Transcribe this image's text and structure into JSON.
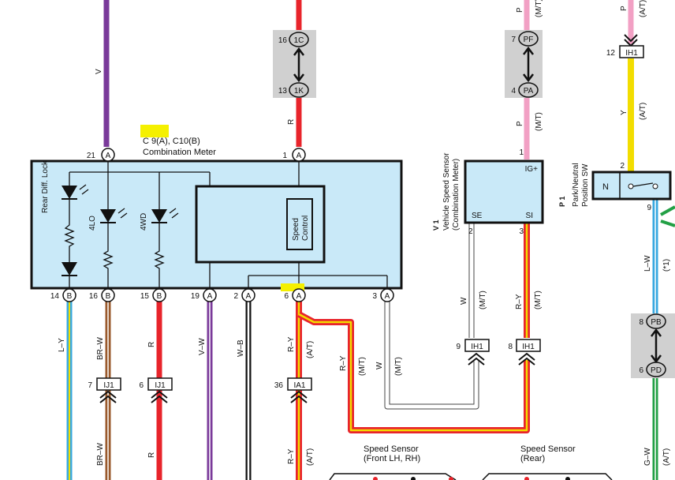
{
  "wire_colors": {
    "V": "#7a3a9a",
    "R": "#e8242b",
    "P": "#f2a0c4",
    "Y": "#f2dd00",
    "L": "#38a8e0",
    "G": "#22a045",
    "BR": "#9a5a2c",
    "W": "#ffffff",
    "B": "#111111",
    "panel": "#c9e9f8",
    "connector_bg": "#d0d0d0",
    "highlight": "#f5f000"
  },
  "meter": {
    "title_line1": "C 9(A), C10(B)",
    "title_line2": "Combination Meter",
    "indicator_rear": "Rear Diff. Lock",
    "indicator_4lo": "4LO",
    "indicator_4wd": "4WD",
    "speed_control_line1": "Speed",
    "speed_control_line2": "Control",
    "top_pin_num": "21",
    "top_pin_letter": "A",
    "top_pin2_num": "1",
    "top_pin2_letter": "A",
    "pins": [
      {
        "num": "14",
        "letter": "B"
      },
      {
        "num": "16",
        "letter": "B"
      },
      {
        "num": "15",
        "letter": "B"
      },
      {
        "num": "19",
        "letter": "A"
      },
      {
        "num": "2",
        "letter": "A"
      },
      {
        "num": "6",
        "letter": "A"
      },
      {
        "num": "3",
        "letter": "A"
      }
    ]
  },
  "sensor": {
    "id": "V 1",
    "name_line1": "Vehicle Speed Sensor",
    "name_line2": "(Combination Meter)",
    "term_ig": "IG+",
    "term_se": "SE",
    "term_si": "SI",
    "pin_ig": "1",
    "pin_se": "2",
    "pin_si": "3"
  },
  "park_switch": {
    "id": "P 1",
    "name_line1": "Park/Neutral",
    "name_line2": "Position SW",
    "term": "N",
    "pin_in": "2",
    "pin_out": "9"
  },
  "connectors": {
    "c16": {
      "num": "16",
      "code": "1C"
    },
    "c13": {
      "num": "13",
      "code": "1K"
    },
    "c7pf": {
      "num": "7",
      "code": "PF"
    },
    "c4pa": {
      "num": "4",
      "code": "PA"
    },
    "c12ih1": {
      "num": "12",
      "code": "IH1"
    },
    "c9ih1": {
      "num": "9",
      "code": "IH1"
    },
    "c8ih1": {
      "num": "8",
      "code": "IH1"
    },
    "c7ij1": {
      "num": "7",
      "code": "IJ1"
    },
    "c6ij1": {
      "num": "6",
      "code": "IJ1"
    },
    "c36ia1": {
      "num": "36",
      "code": "IA1"
    },
    "c8pb": {
      "num": "8",
      "code": "PB"
    },
    "c6pd": {
      "num": "6",
      "code": "PD"
    }
  },
  "wire_labels": {
    "v_top": "V",
    "r_top": "R",
    "p_top": "P",
    "mt_top": "(M/T)",
    "p_mid": "P",
    "mt_mid": "(M/T)",
    "p_right_top": "P",
    "at_right_top": "(A/T)",
    "y_label": "Y",
    "at_y": "(A/T)",
    "ly": "L–Y",
    "brw": "BR–W",
    "r15": "R",
    "vw": "V–W",
    "wb": "W–B",
    "ry6": "R–Y",
    "at6": "(A/T)",
    "w_se": "W",
    "mt_se": "(M/T)",
    "ry_si": "R–Y",
    "mt_si": "(M/T)",
    "ry_diag": "R–Y",
    "mt_diag": "(M/T)",
    "w_diag": "W",
    "mt_wdiag": "(M/T)",
    "lw": "L–W",
    "star1": "(*1)",
    "brw_bot": "BR–W",
    "r_bot": "R",
    "ry_bot": "R–Y",
    "at_bot": "(A/T)",
    "gw": "G–W",
    "at_gw": "(A/T)"
  },
  "speed_sensors": {
    "front_line1": "Speed Sensor",
    "front_line2": "(Front LH, RH)",
    "rear_line1": "Speed Sensor",
    "rear_line2": "(Rear)"
  }
}
